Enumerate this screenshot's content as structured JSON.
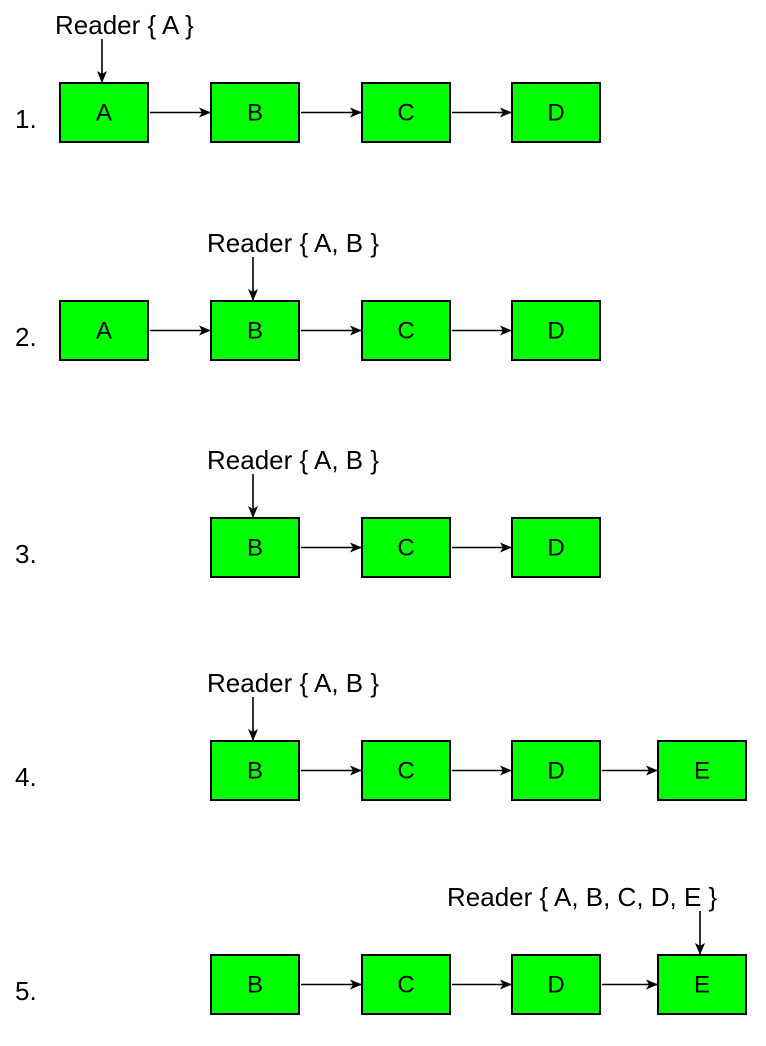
{
  "colors": {
    "node_fill": "#00ff00",
    "node_stroke": "#000000",
    "text": "#000000",
    "background": "#ffffff"
  },
  "steps": [
    {
      "number": "1.",
      "reader": "Reader { A }",
      "reader_on": 0,
      "nodes": [
        "A",
        "B",
        "C",
        "D"
      ]
    },
    {
      "number": "2.",
      "reader": "Reader { A, B }",
      "reader_on": 1,
      "nodes": [
        "A",
        "B",
        "C",
        "D"
      ]
    },
    {
      "number": "3.",
      "reader": "Reader { A, B }",
      "reader_on": 0,
      "nodes": [
        "B",
        "C",
        "D"
      ]
    },
    {
      "number": "4.",
      "reader": "Reader { A, B }",
      "reader_on": 0,
      "nodes": [
        "B",
        "C",
        "D",
        "E"
      ]
    },
    {
      "number": "5.",
      "reader": "Reader { A, B, C, D, E }",
      "reader_on": 3,
      "nodes": [
        "B",
        "C",
        "D",
        "E"
      ]
    }
  ]
}
